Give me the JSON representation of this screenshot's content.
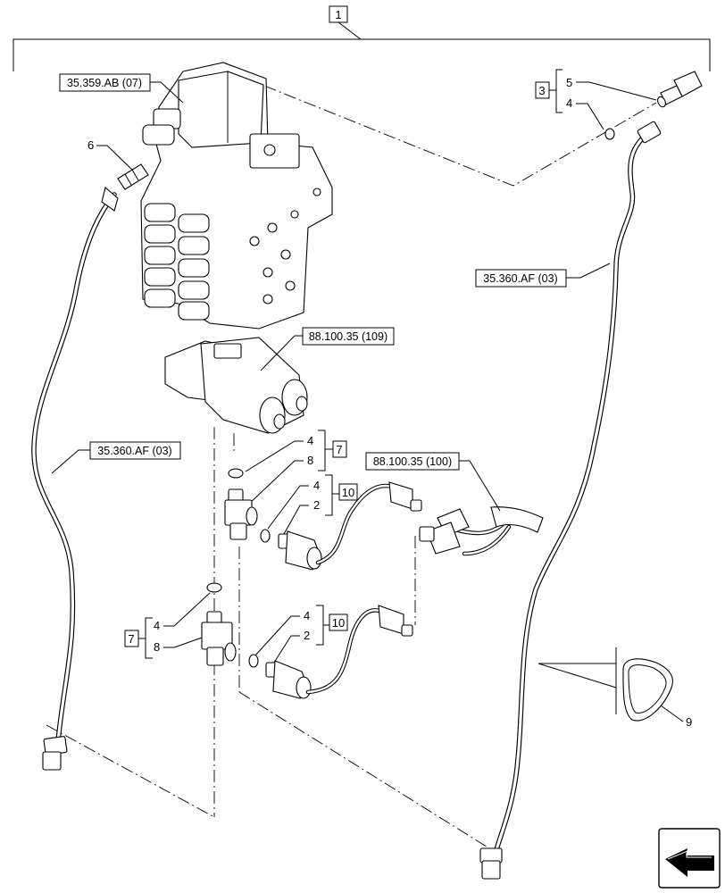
{
  "assembly_callout": "1",
  "references": {
    "control_valve": "35.359.AB (07)",
    "hose_left": "35.360.AF (03)",
    "hose_right": "35.360.AF (03)",
    "solenoid_block": "88.100.35 (109)",
    "harness": "88.100.35 (100)"
  },
  "groups": [
    {
      "box": "3",
      "items": [
        "5",
        "4"
      ]
    },
    {
      "box": "7",
      "items": [
        "4",
        "8"
      ]
    },
    {
      "box": "10",
      "items": [
        "4",
        "2"
      ]
    },
    {
      "box": "7",
      "items": [
        "4",
        "8"
      ]
    },
    {
      "box": "10",
      "items": [
        "4",
        "2"
      ]
    }
  ],
  "item_callouts": {
    "fitting": "6",
    "seal_ring": "9"
  },
  "nav_icon": "arrow-next-page-icon"
}
